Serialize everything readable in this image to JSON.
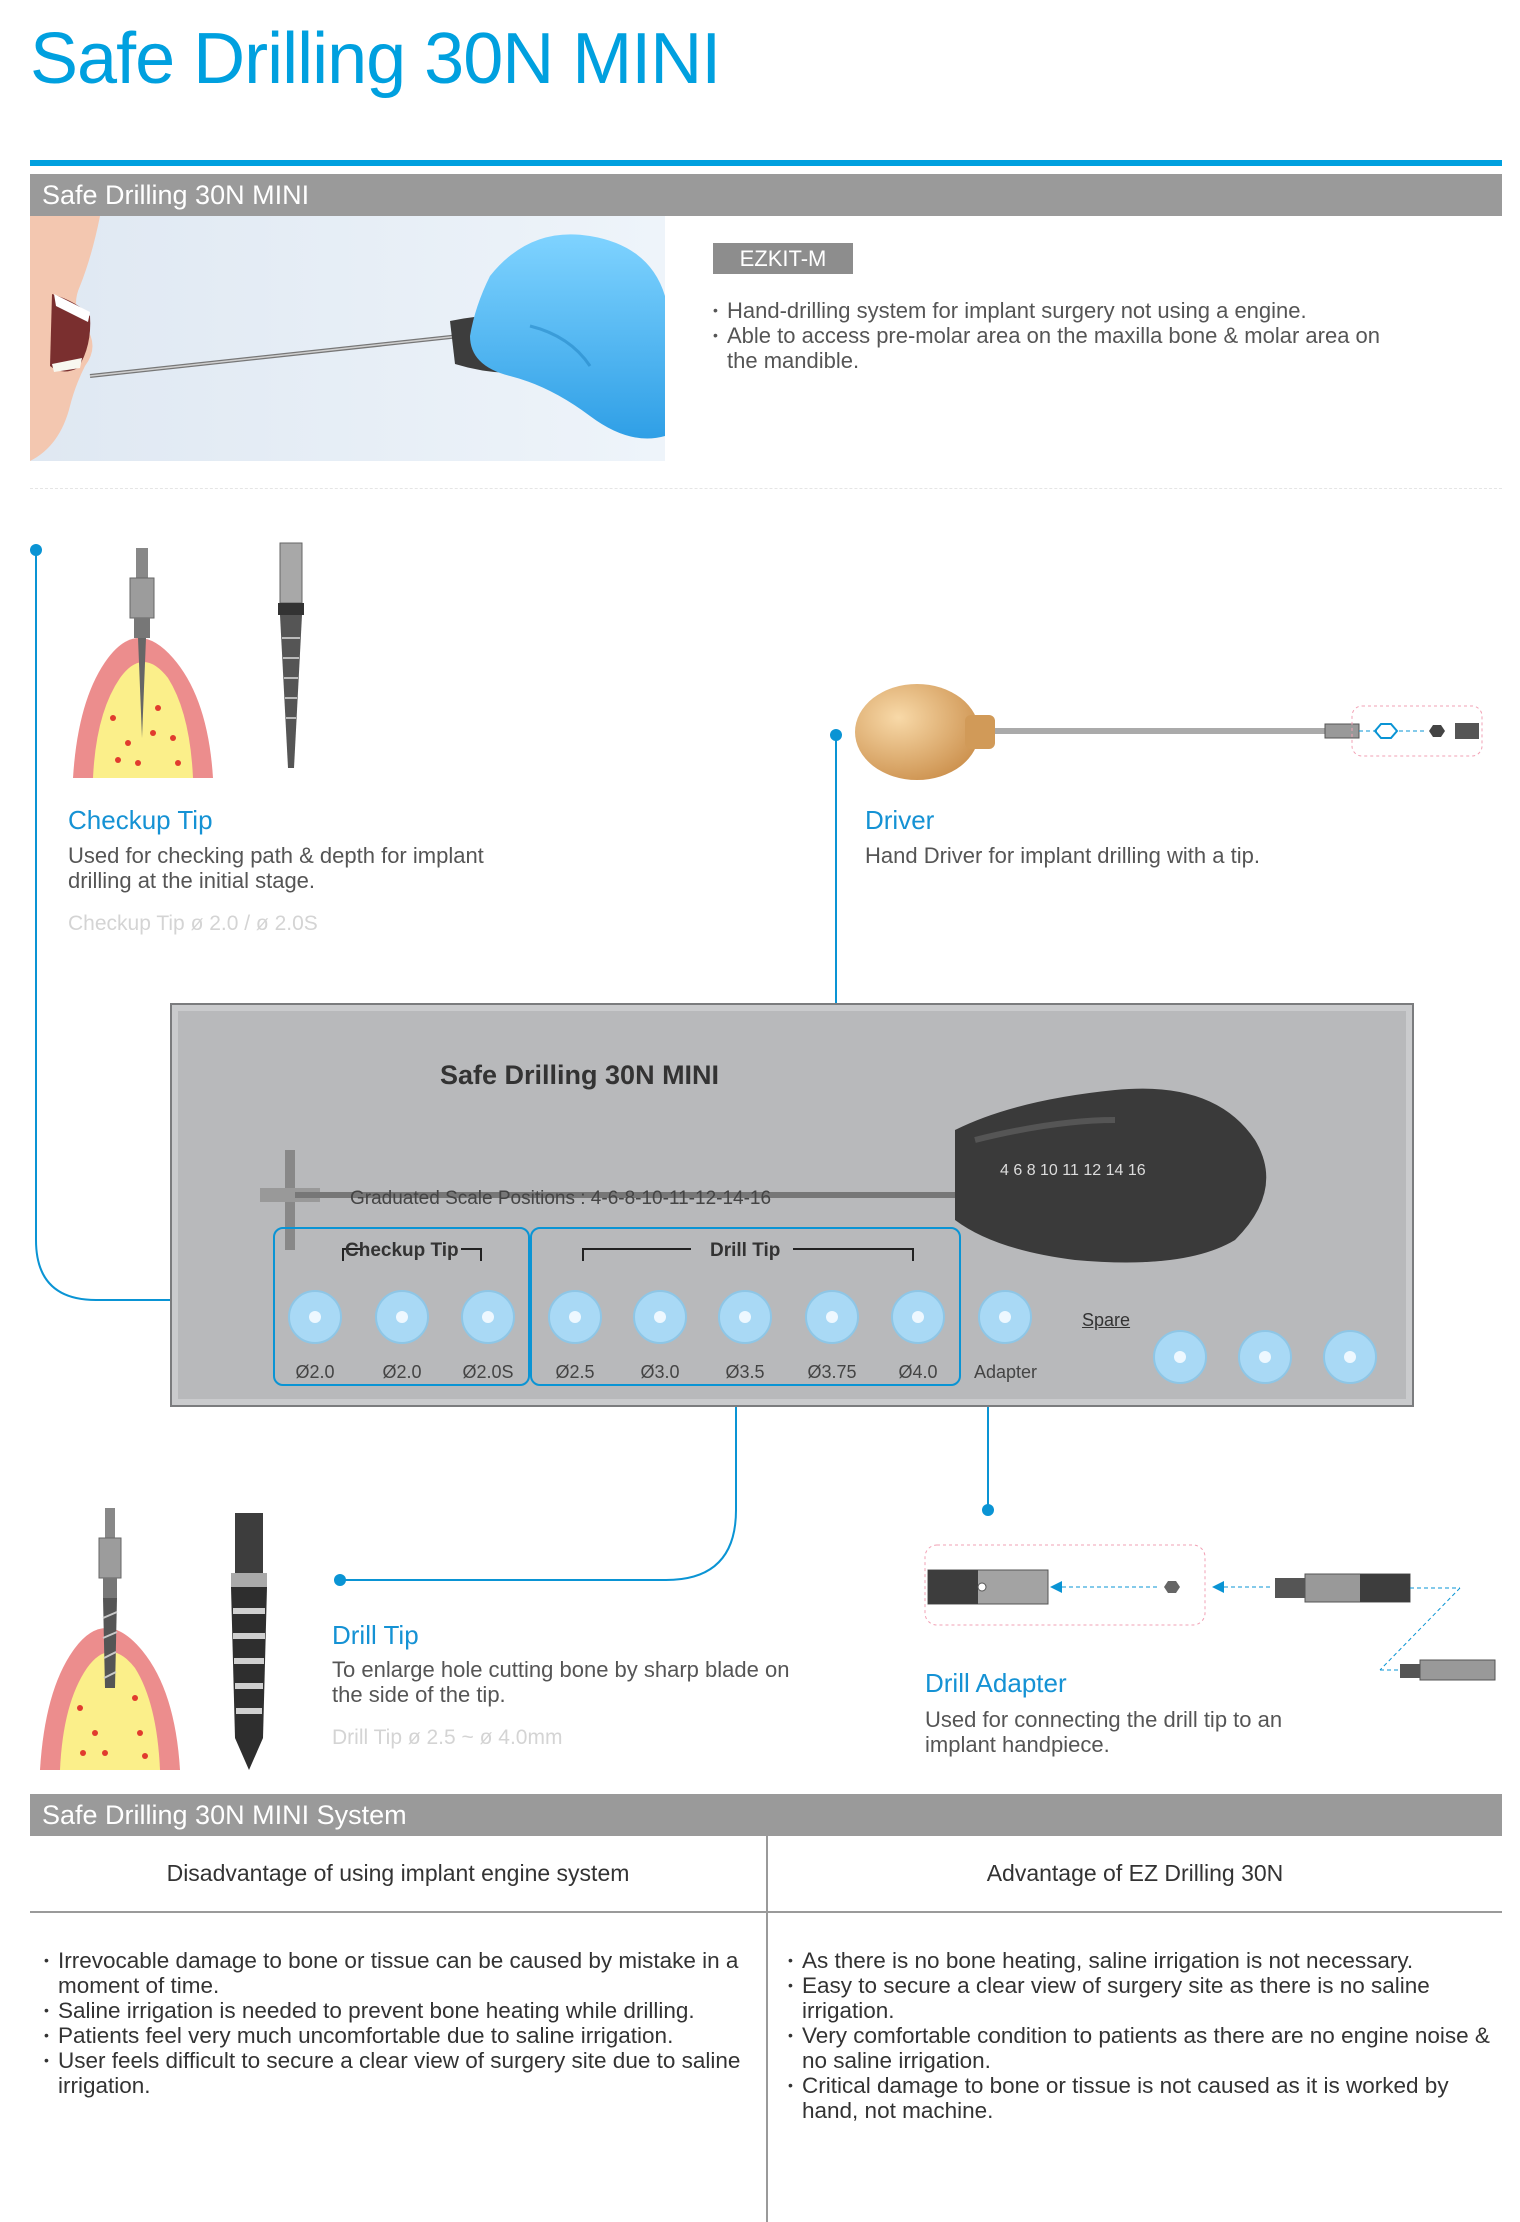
{
  "header": {
    "title": "Safe Drilling 30N MINI"
  },
  "section1": {
    "bar_label": "Safe Drilling 30N MINI",
    "product_code": "EZKIT-M",
    "features": [
      "Hand-drilling system for implant surgery not using a engine.",
      "Able to access pre-molar area on the maxilla bone & molar area on the mandible."
    ]
  },
  "checkup_tip": {
    "title": "Checkup Tip",
    "desc": "Used for checking path & depth for implant drilling at the initial stage.",
    "sizes": "Checkup Tip  ø 2.0 / ø 2.0S"
  },
  "driver": {
    "title": "Driver",
    "desc": "Hand Driver for implant drilling with a tip."
  },
  "tray": {
    "title": "Safe Drilling 30N MINI",
    "scale_text": "Graduated Scale Positions  :  4-6-8-10-11-12-14-16",
    "handle_scale": "4 6 8 10 11 12 14 16",
    "group_checkup": "Checkup Tip",
    "group_drill": "Drill Tip",
    "spare_label": "Spare",
    "slot_labels": [
      "Ø2.0",
      "Ø2.0",
      "Ø2.0S",
      "Ø2.5",
      "Ø3.0",
      "Ø3.5",
      "Ø3.75",
      "Ø4.0",
      "Adapter"
    ]
  },
  "drill_tip": {
    "title": "Drill Tip",
    "desc": "To enlarge hole cutting bone by sharp blade on the side of the tip.",
    "sizes": "Drill Tip  ø 2.5 ~ ø 4.0mm"
  },
  "drill_adapter": {
    "title": "Drill Adapter",
    "desc": "Used for connecting the drill tip to an implant handpiece."
  },
  "system": {
    "bar_label": "Safe Drilling 30N MINI System",
    "col_left": "Disadvantage of using implant engine system",
    "col_right": "Advantage of EZ Drilling 30N",
    "left_items": [
      "Irrevocable damage to bone or tissue can be caused by mistake in a moment of time.",
      "Saline irrigation is needed to prevent bone heating while drilling.",
      "Patients feel very much uncomfortable due to saline irrigation.",
      "User feels difficult to secure a clear view of surgery site due to saline irrigation."
    ],
    "right_items": [
      "As there is no bone heating, saline irrigation is not necessary.",
      "Easy to secure a clear view of surgery site as there is no saline irrigation.",
      "Very comfortable condition to patients as there are no engine noise & no saline irrigation.",
      "Critical damage to bone or tissue is not caused as it is worked by hand, not machine."
    ]
  },
  "colors": {
    "accent": "#00a0df",
    "bar_gray": "#9a9a9a",
    "gum_pink": "#ec8d8d",
    "bone_yellow": "#fbef8a"
  }
}
